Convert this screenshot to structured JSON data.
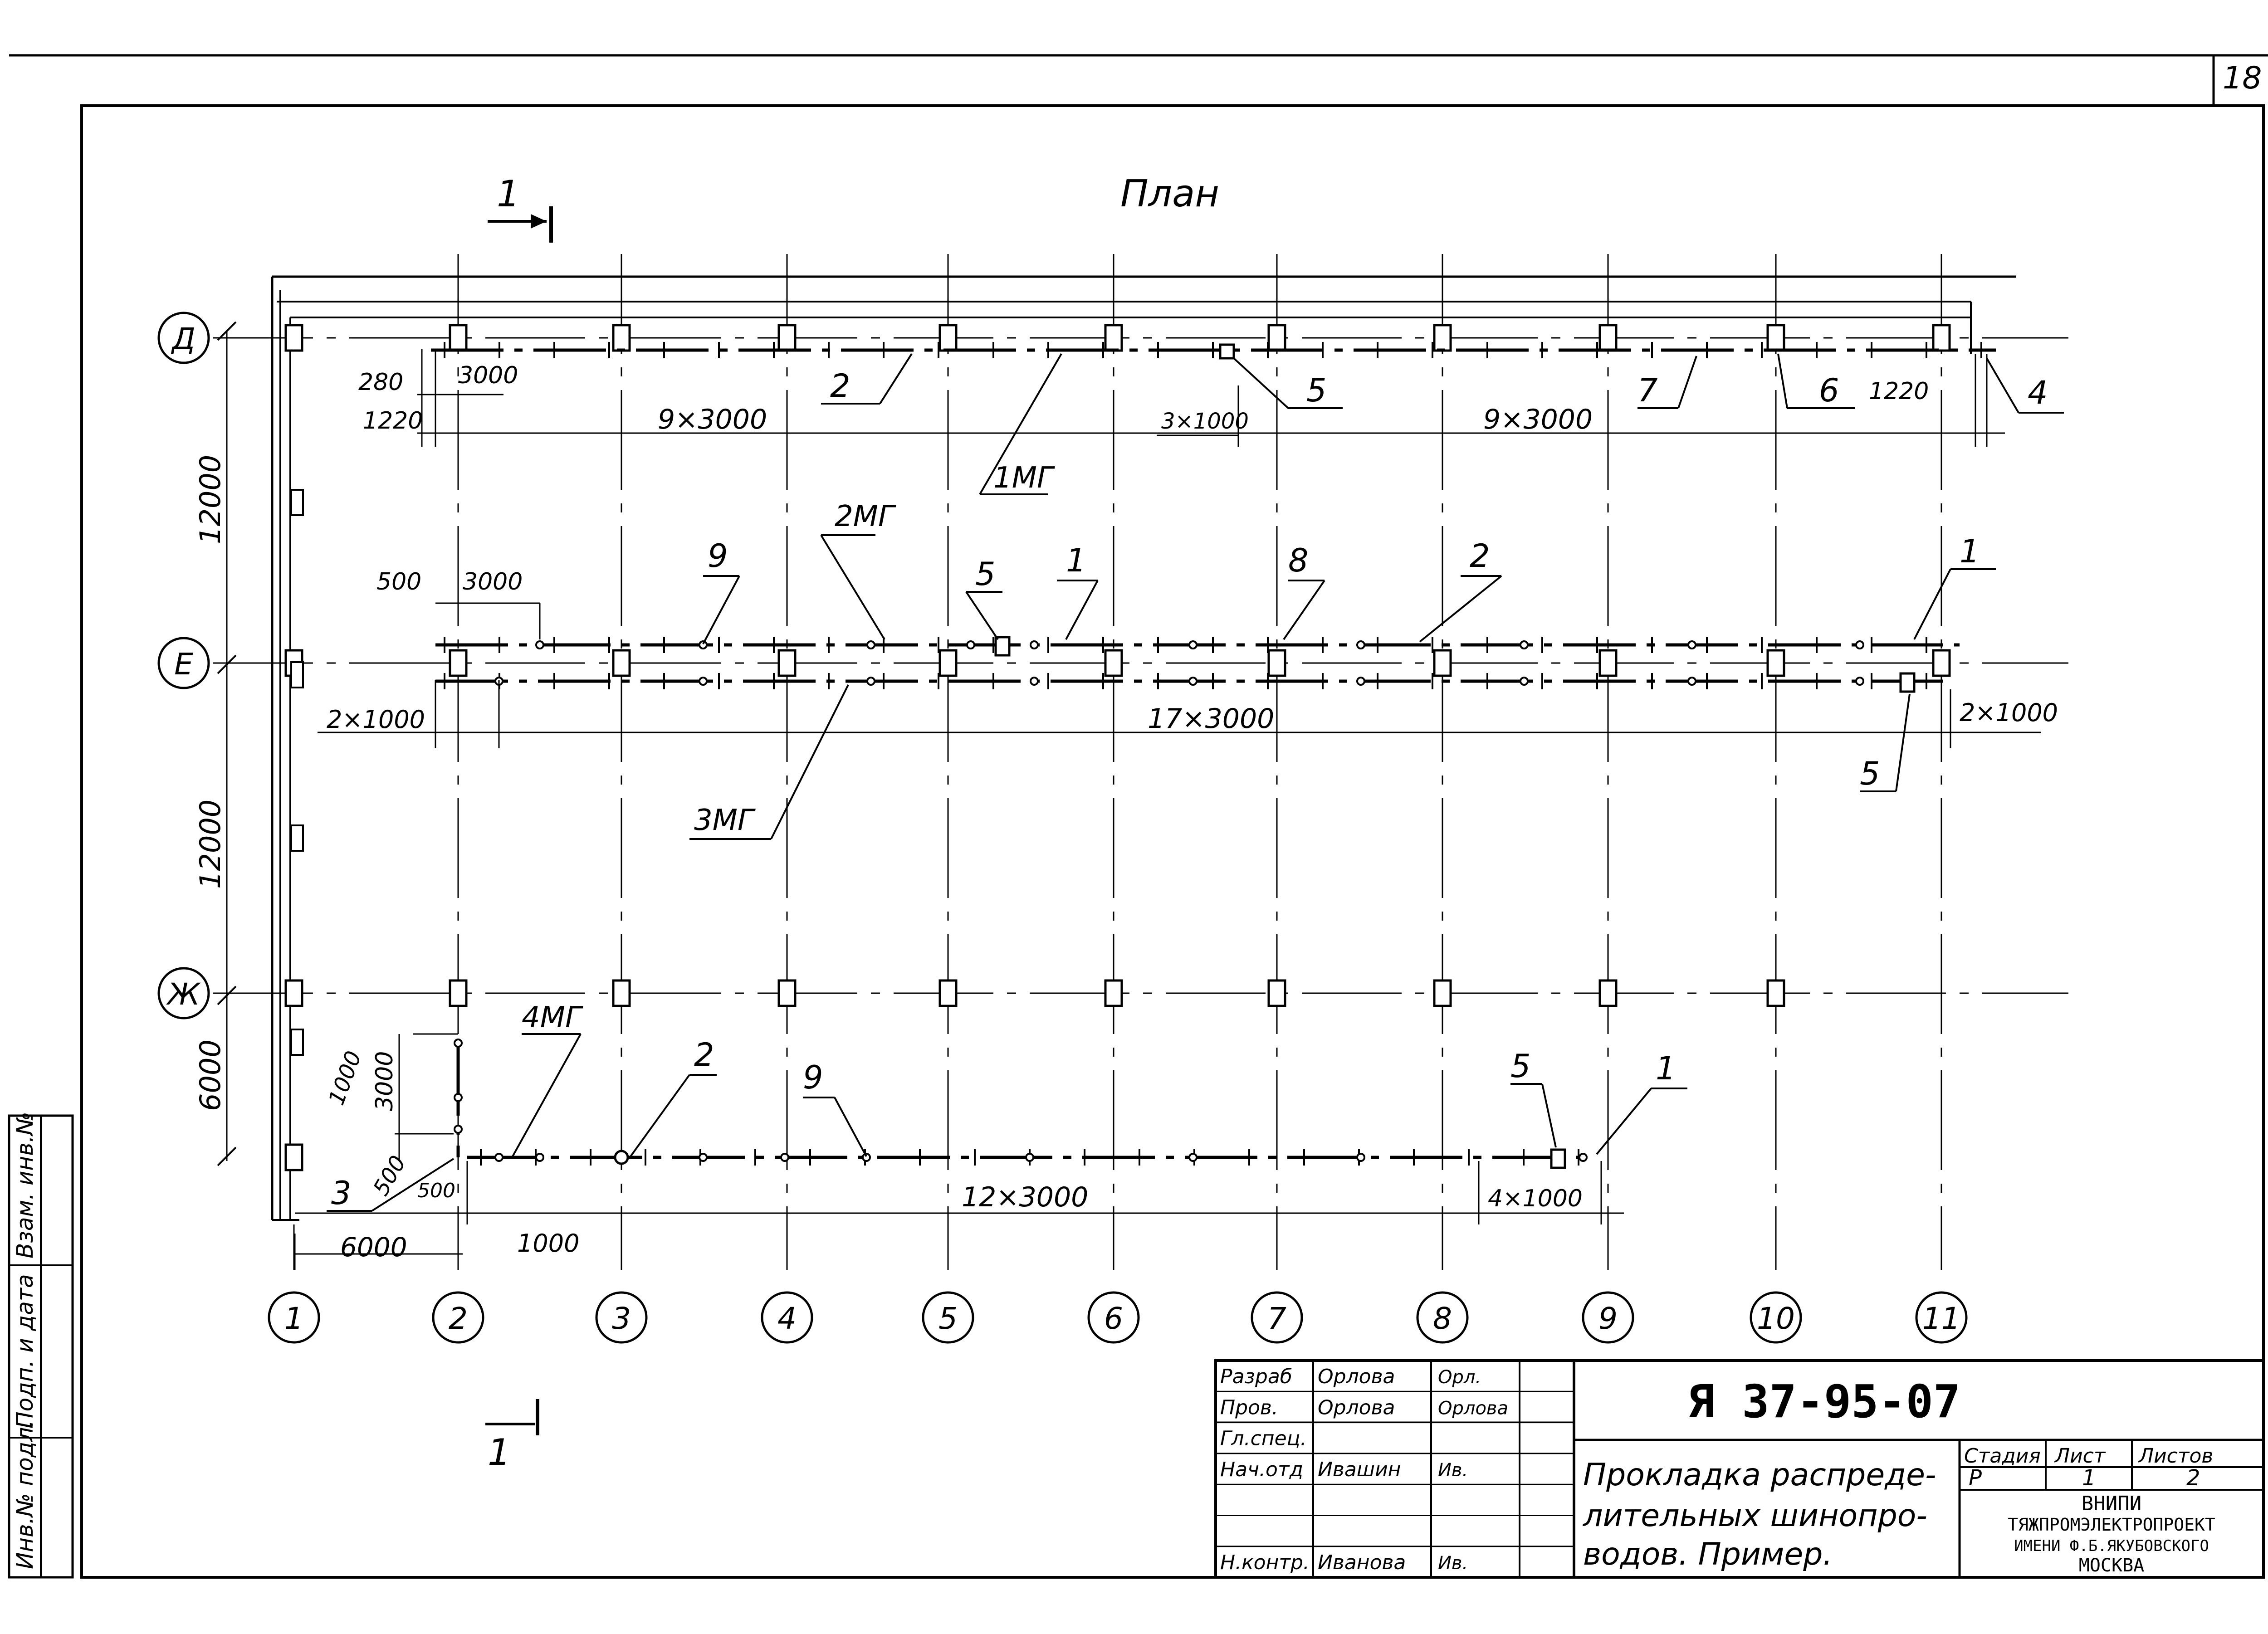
{
  "sheet": {
    "page_number": "18",
    "plan_title": "План",
    "section_mark": "1"
  },
  "axes": {
    "columns": [
      "1",
      "2",
      "3",
      "4",
      "5",
      "6",
      "7",
      "8",
      "9",
      "10",
      "11"
    ],
    "rows": [
      "Д",
      "Е",
      "Ж"
    ],
    "spacing_left": [
      "12000",
      "12000",
      "6000"
    ]
  },
  "dimensions": {
    "d280": "280",
    "d1220_left": "1220",
    "d3000_a": "3000",
    "d9x3000_left": "9×3000",
    "d3x1000": "3×1000",
    "d9x3000_right": "9×3000",
    "d1220_right": "1220",
    "d500_top": "500",
    "d3000_b": "3000",
    "d2x1000_left": "2×1000",
    "d17x3000": "17×3000",
    "d2x1000_right": "2×1000",
    "d1000_vert": "1000",
    "d3000_vert": "3000",
    "d500_vert": "500",
    "d500_small": "500",
    "d12x3000": "12×3000",
    "d4x1000": "4×1000",
    "d6000": "6000",
    "d1000_bottom": "1000"
  },
  "callouts": {
    "c1MG": "1МГ",
    "c2MG": "2МГ",
    "c3MG": "3МГ",
    "c4MG": "4МГ",
    "c2_top": "2",
    "c5_top": "5",
    "c7_top": "7",
    "c6_top": "6",
    "c4_top": "4",
    "c9_mid": "9",
    "c5_mid": "5",
    "c1_mid": "1",
    "c8_mid": "8",
    "c2_mid": "2",
    "c1_mid_right": "1",
    "c5_right": "5",
    "c3_bottom": "3",
    "c2_bottom": "2",
    "c9_bottom": "9",
    "c5_bottom": "5",
    "c1_bottom": "1"
  },
  "side_stamp": {
    "inv_podl": "Инв.№ подл.",
    "podp_data": "Подп. и дата",
    "vzam_inv": "Взам. инв.№"
  },
  "title_block": {
    "roles": [
      "Разраб",
      "Пров.",
      "Гл.спец.",
      "Нач.отд",
      "",
      "",
      "Н.контр."
    ],
    "names": [
      "Орлова",
      "Орлова",
      "",
      "Ивашин",
      "",
      "",
      "Иванова"
    ],
    "signatures": [
      "Орл.",
      "Орлова",
      "",
      "Ив.",
      "",
      "",
      "Ив."
    ],
    "doc_code": "Я 37-95-07",
    "description": [
      "Прокладка распреде-",
      "лительных шинопро-",
      "водов. Пример."
    ],
    "stage_label": "Стадия",
    "sheet_label": "Лист",
    "sheets_label": "Листов",
    "stage": "Р",
    "sheet": "1",
    "sheets": "2",
    "org": [
      "ВНИПИ",
      "ТЯЖПРОМЭЛЕКТРОПРОЕКТ",
      "ИМЕНИ Ф.Б.ЯКУБОВСКОГО",
      "МОСКВА"
    ]
  }
}
